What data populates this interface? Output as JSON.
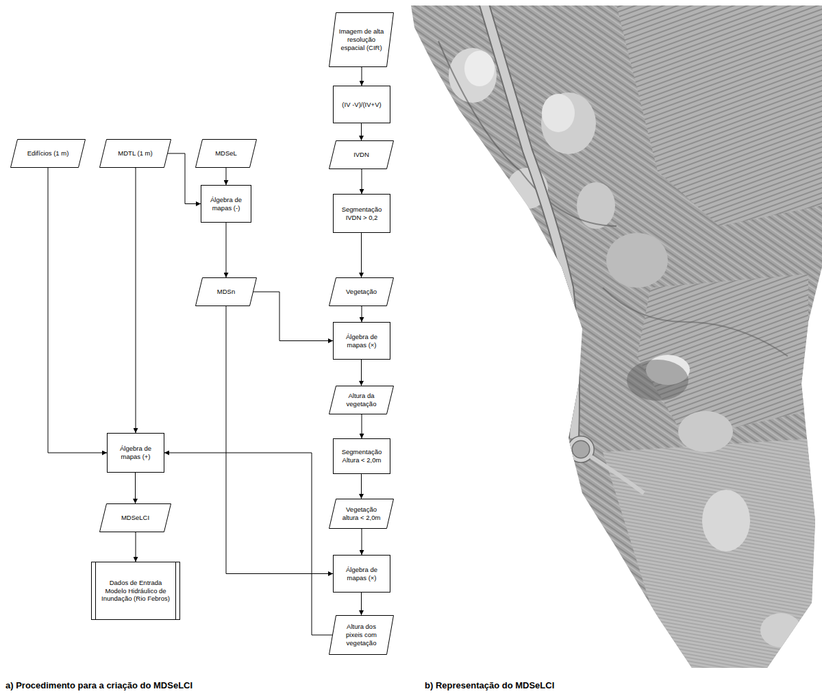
{
  "diagram": {
    "nodes": [
      {
        "text": [
          "Edifícios (1 m)"
        ]
      },
      {
        "text": [
          "MDTL (1 m)"
        ]
      },
      {
        "text": [
          "MDSeL"
        ]
      },
      {
        "text": [
          "Álgebra de mapas (-)"
        ]
      },
      {
        "text": [
          "MDSn"
        ]
      },
      {
        "text": [
          "Álgebra de mapas (+)"
        ]
      },
      {
        "text": [
          "MDSeLCI"
        ]
      },
      {
        "text": [
          "Dados de Entrada Modelo Hidráulico de Inundação (Rio Febros)"
        ]
      },
      {
        "text": [
          "Imagem de alta resolução espacial (CIR)"
        ]
      },
      {
        "text": [
          "(IV -V)/(IV+V)"
        ]
      },
      {
        "text": [
          "IVDN"
        ]
      },
      {
        "text": [
          "Segmentação IVDN > 0,2"
        ]
      },
      {
        "text": [
          "Vegetação"
        ]
      },
      {
        "text": [
          "Álgebra de mapas (×)"
        ]
      },
      {
        "text": [
          "Altura da vegetação"
        ]
      },
      {
        "text": [
          "Segmentação Altura < 2,0m"
        ]
      },
      {
        "text": [
          "Vegetação altura < 2,0m"
        ]
      },
      {
        "text": [
          "Álgebra de mapas (×)"
        ]
      },
      {
        "text": [
          "Altura dos pixeis com vegetação"
        ]
      }
    ],
    "edges": [
      {
        "from": 1,
        "to": 3,
        "arrow": "to"
      },
      {
        "from": 2,
        "to": 3,
        "arrow": "to"
      },
      {
        "from": 3,
        "to": 4,
        "arrow": "to"
      },
      {
        "from": 8,
        "to": 9,
        "arrow": "to"
      },
      {
        "from": 9,
        "to": 10,
        "arrow": "to"
      },
      {
        "from": 10,
        "to": 11,
        "arrow": "to"
      },
      {
        "from": 11,
        "to": 12,
        "arrow": "to"
      },
      {
        "from": 12,
        "to": 13,
        "arrow": "to"
      },
      {
        "from": 4,
        "to": 13,
        "arrow": "to"
      },
      {
        "from": 13,
        "to": 14,
        "arrow": "to"
      },
      {
        "from": 14,
        "to": 15,
        "arrow": "to"
      },
      {
        "from": 15,
        "to": 16,
        "arrow": "to"
      },
      {
        "from": 16,
        "to": 17,
        "arrow": "to"
      },
      {
        "from": 4,
        "to": 17,
        "arrow": "to"
      },
      {
        "from": 17,
        "to": 18,
        "arrow": "to"
      },
      {
        "from": 18,
        "to": 5,
        "arrow": "to"
      },
      {
        "from": 0,
        "to": 5,
        "arrow": "to"
      },
      {
        "from": 1,
        "to": 5,
        "arrow": "to"
      },
      {
        "from": 5,
        "to": 6,
        "arrow": "to"
      },
      {
        "from": 6,
        "to": 7,
        "arrow": "to"
      }
    ],
    "labels": [
      "a) Procedimento para a criação do MDSeLCI",
      "b) Representação do MDSeLCI"
    ]
  }
}
